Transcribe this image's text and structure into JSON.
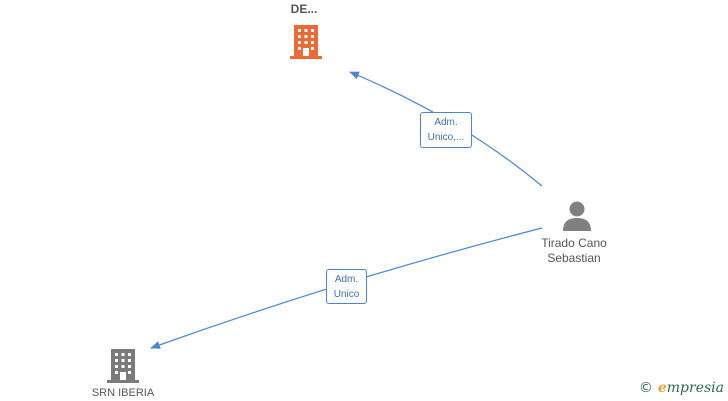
{
  "nodes": {
    "top_company": {
      "label": "DE...",
      "icon": "building-icon",
      "color": "#ee6a35"
    },
    "person": {
      "label_line1": "Tirado Cano",
      "label_line2": "Sebastian",
      "icon": "person-icon",
      "color": "#808080"
    },
    "bottom_company": {
      "label": "SRN IBERIA",
      "icon": "building-icon",
      "color": "#7a7a7a"
    }
  },
  "edges": [
    {
      "from": "person",
      "to": "top_company",
      "label_line1": "Adm.",
      "label_line2": "Unico,..."
    },
    {
      "from": "person",
      "to": "bottom_company",
      "label_line1": "Adm.",
      "label_line2": "Unico"
    }
  ],
  "colors": {
    "edge": "#4a86d4"
  },
  "watermark": {
    "copyright": "©",
    "brand_initial": "e",
    "brand_rest": "mpresia"
  }
}
